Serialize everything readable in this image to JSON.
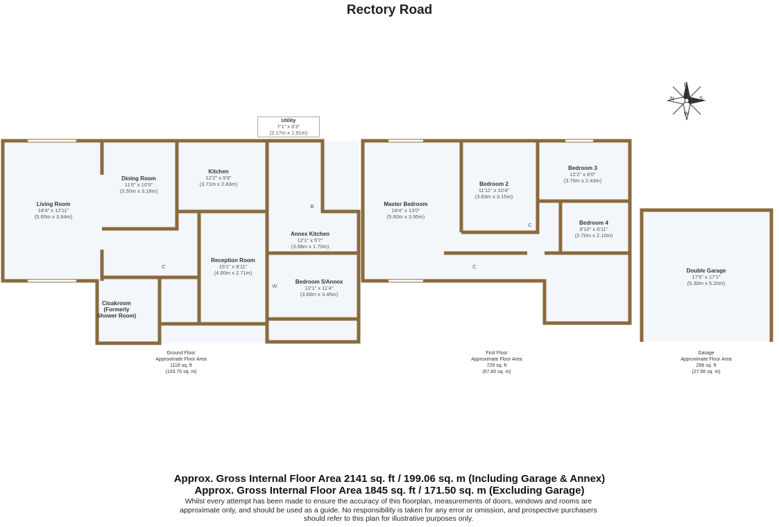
{
  "title": "Rectory Road",
  "colors": {
    "wall": "#8a6a3c",
    "floor": "#f3f6fa"
  },
  "rooms": {
    "living": {
      "name": "Living Room",
      "imperial": "18'4\" x 12'11\"",
      "metric": "(5.60m x 3.94m)"
    },
    "dining": {
      "name": "Dining Room",
      "imperial": "11'6\" x 10'5\"",
      "metric": "(3.50m x 3.18m)"
    },
    "kitchen": {
      "name": "Kitchen",
      "imperial": "12'2\" x 9'3\"",
      "metric": "(3.71m x 2.83m)"
    },
    "utility": {
      "name": "Utility",
      "imperial": "7'1\" x 6'3\"",
      "metric": "(2.17m x 1.91m)"
    },
    "reception": {
      "name": "Reception Room",
      "imperial": "15'1\" x 8'11\"",
      "metric": "(4.60m x 2.71m)"
    },
    "annex_kitchen": {
      "name": "Annex Kitchen",
      "imperial": "12'1\" x 5'7\"",
      "metric": "(3.68m x 1.70m)"
    },
    "bedroom5": {
      "name": "Bedroom 5/Annex",
      "imperial": "12'1\" x 11'4\"",
      "metric": "(3.68m x 3.45m)"
    },
    "cloakroom": {
      "name": "Cloakroom (Formerly Shower Room)"
    },
    "master": {
      "name": "Master Bedroom",
      "imperial": "18'4\" x 13'0\"",
      "metric": "(5.60m x 3.95m)"
    },
    "bedroom2": {
      "name": "Bedroom 2",
      "imperial": "11'11\" x 10'4\"",
      "metric": "(3.63m x 3.15m)"
    },
    "bedroom3": {
      "name": "Bedroom 3",
      "imperial": "12'2\" x 8'0\"",
      "metric": "(3.70m x 2.43m)"
    },
    "bedroom4": {
      "name": "Bedroom 4",
      "imperial": "8'10\" x 6'11\"",
      "metric": "(2.70m x 2.10m)"
    },
    "garage": {
      "name": "Double Garage",
      "imperial": "17'5\" x 17'1\"",
      "metric": "(5.30m x 5.20m)"
    }
  },
  "markers": {
    "cupboard": "C",
    "wardrobe": "W",
    "boiler": "B"
  },
  "floors": [
    {
      "name": "Ground Floor",
      "label": "Approximate Floor Area",
      "sqft": "1116 sq. ft",
      "sqm": "(103.70 sq. m)"
    },
    {
      "name": "First Floor",
      "label": "Approximate Floor Area",
      "sqft": "729 sq. ft",
      "sqm": "(67.80 sq. m)"
    },
    {
      "name": "Garage",
      "label": "Approximate Floor Area",
      "sqft": "296 sq. ft",
      "sqm": "(27.56 sq. m)"
    }
  ],
  "gross1": "Approx. Gross Internal Floor Area 2141 sq. ft / 199.06 sq. m (Including Garage & Annex)",
  "gross2": "Approx. Gross Internal Floor Area 1845 sq. ft / 171.50 sq. m (Excluding Garage)",
  "disclaimer": "Whilst every attempt has been made to ensure the accuracy of this floorplan, measurements of doors, windows and rooms are approximate only, and should be used as a guide. No responsibility is taken for any error or omission, and prospective purchasers should refer to this plan for illustrative purposes only.",
  "compass": {
    "labels": [
      "N",
      "E",
      "S",
      "W"
    ]
  }
}
